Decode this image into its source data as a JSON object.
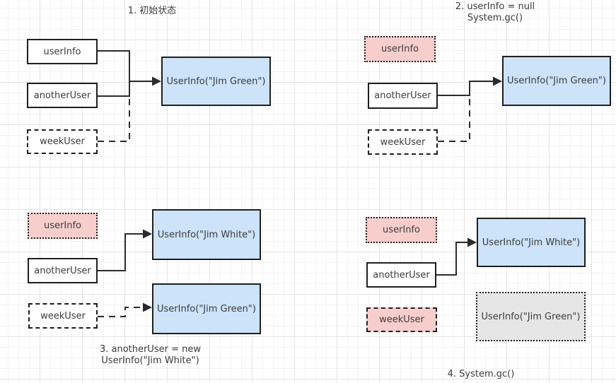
{
  "colors": {
    "blue_fill": "#cce3fa",
    "pink_fill": "#f8cecc",
    "gray_fill": "#e6e6e6",
    "border_color": "#1f1f1f",
    "text_color": "#3b3b3b",
    "line_color": "#2b2b2b"
  },
  "panels": [
    {
      "title_lines": [
        "1. 初始状态"
      ],
      "refs": [
        {
          "label": "userInfo",
          "style": "solid"
        },
        {
          "label": "anotherUser",
          "style": "solid"
        },
        {
          "label": "weekUser",
          "style": "dashed"
        }
      ],
      "objects": [
        {
          "label": "UserInfo(\"Jim Green\")",
          "style": "blue-solid"
        }
      ]
    },
    {
      "title_lines": [
        "2. userInfo = null",
        "System.gc()"
      ],
      "refs": [
        {
          "label": "userInfo",
          "style": "pink-dotted"
        },
        {
          "label": "anotherUser",
          "style": "solid"
        },
        {
          "label": "weekUser",
          "style": "dashed"
        }
      ],
      "objects": [
        {
          "label": "UserInfo(\"Jim Green\")",
          "style": "blue-solid"
        }
      ]
    },
    {
      "title_lines": [
        "3. anotherUser = new",
        "UserInfo(\"Jim White\")"
      ],
      "refs": [
        {
          "label": "userInfo",
          "style": "pink-dotted"
        },
        {
          "label": "anotherUser",
          "style": "solid"
        },
        {
          "label": "weekUser",
          "style": "dashed"
        }
      ],
      "objects": [
        {
          "label": "UserInfo(\"Jim White\")",
          "style": "blue-solid"
        },
        {
          "label": "UserInfo(\"Jim Green\")",
          "style": "blue-solid"
        }
      ]
    },
    {
      "title_lines": [
        "4. System.gc()"
      ],
      "refs": [
        {
          "label": "userInfo",
          "style": "pink-dotted"
        },
        {
          "label": "anotherUser",
          "style": "solid"
        },
        {
          "label": "weekUser",
          "style": "pink-dashed"
        }
      ],
      "objects": [
        {
          "label": "UserInfo(\"Jim White\")",
          "style": "blue-solid"
        },
        {
          "label": "UserInfo(\"Jim Green\")",
          "style": "gray-dotted"
        }
      ]
    }
  ]
}
